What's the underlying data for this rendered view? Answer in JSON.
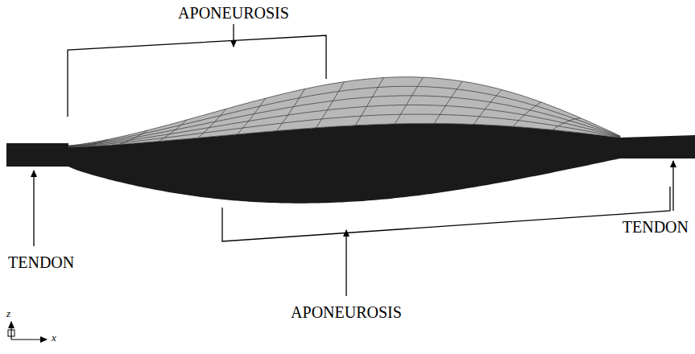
{
  "diagram": {
    "labels": [
      "APONEUROSIS",
      "TENDON",
      "TENDON",
      "APONEUROSIS",
      "z",
      "x"
    ]
  }
}
